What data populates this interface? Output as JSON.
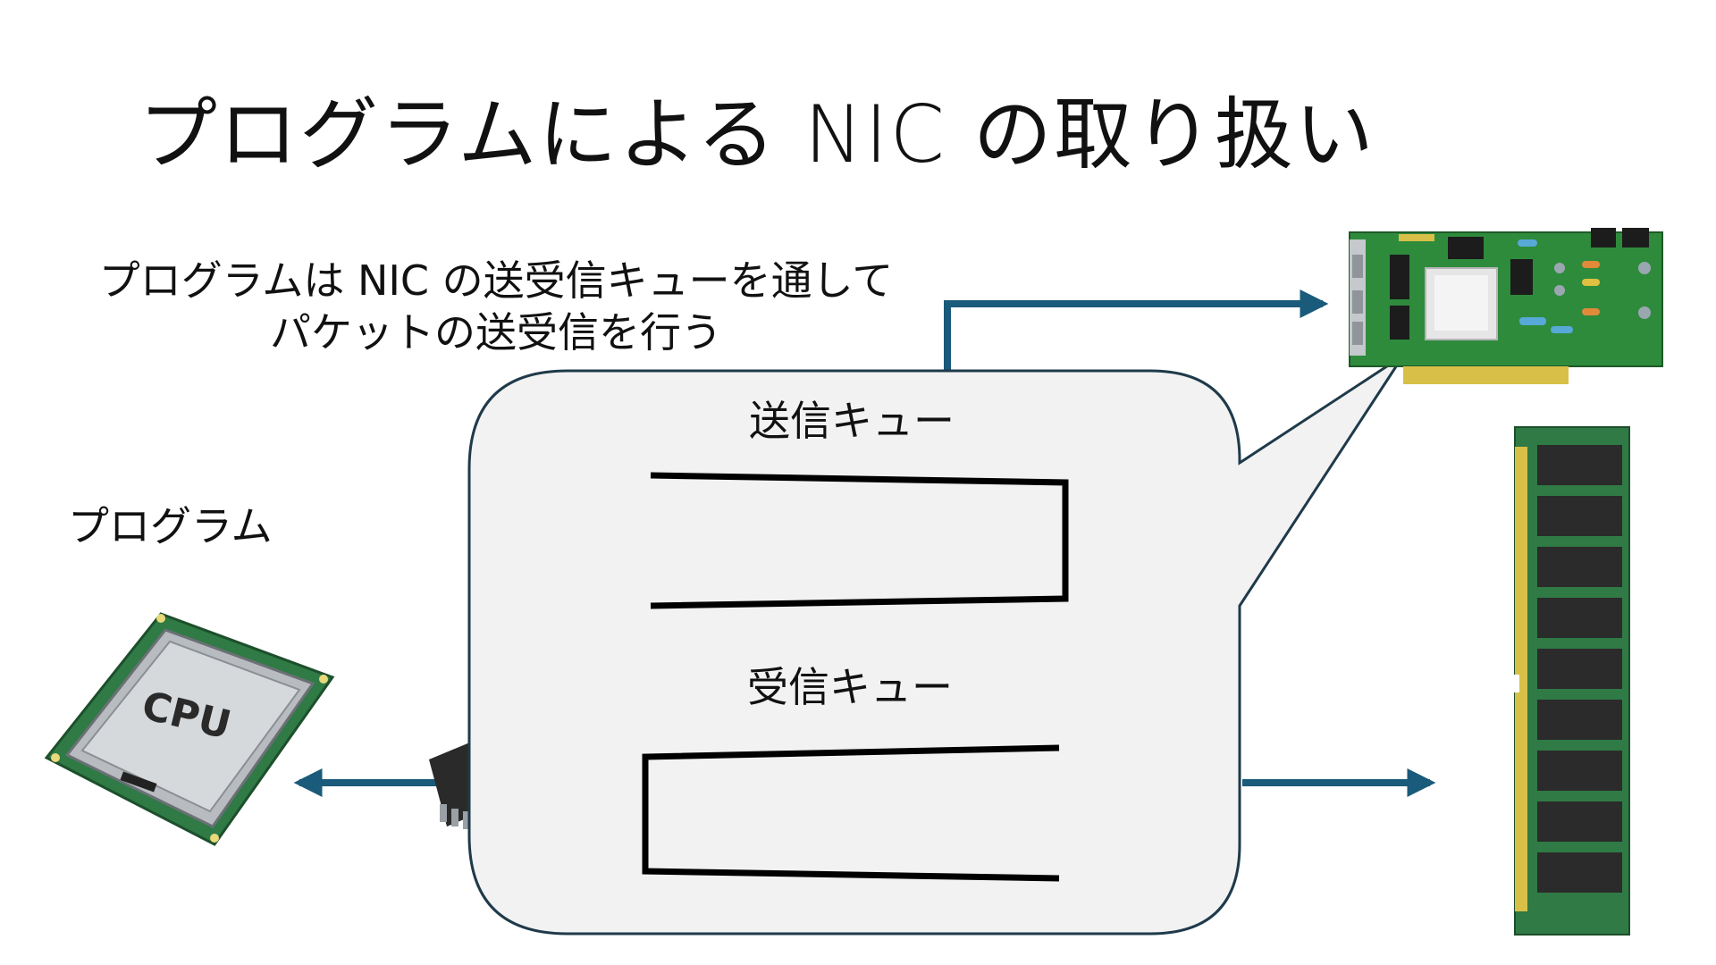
{
  "slide": {
    "title": "プログラムによる NIC の取り扱い",
    "description": {
      "line1": "プログラムは NIC の送受信キューを通して",
      "line2": "パケットの送受信を行う"
    },
    "program_label": "プログラム",
    "send_queue_label": "送信キュー",
    "recv_queue_label": "受信キュー",
    "cpu_chip_label": "CPU"
  },
  "colors": {
    "arrow": "#1a5a7a",
    "bubble_fill": "#f2f2f2",
    "bubble_stroke": "#1f3a4a",
    "queue_stroke": "#000000",
    "pcb_green": "#2e8b3c",
    "cpu_board": "#2f7a45",
    "ram_board": "#2f7a45",
    "gold": "#d8c048"
  },
  "icons": [
    "cpu-chip-icon",
    "nic-card-icon",
    "ram-module-icon",
    "ic-chip-icon"
  ]
}
